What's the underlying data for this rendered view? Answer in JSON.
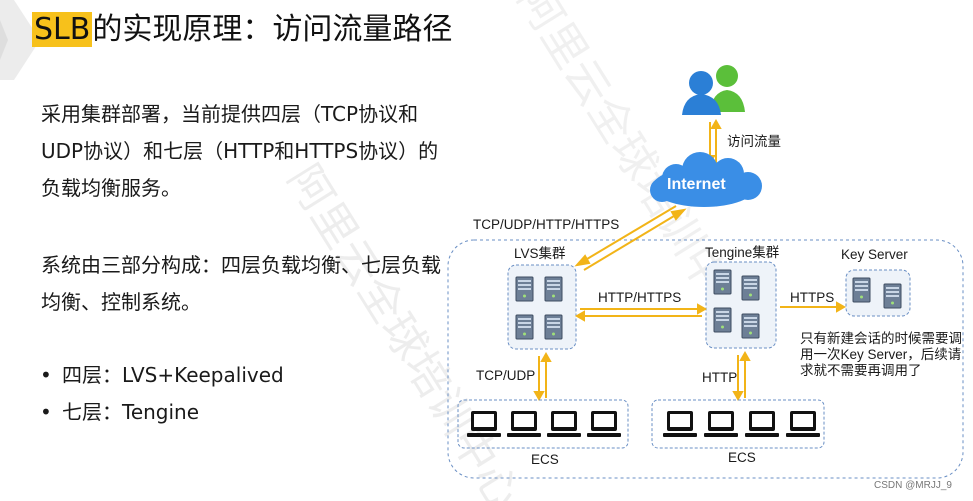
{
  "title": {
    "highlight": "SLB",
    "rest": "的实现原理：访问流量路径"
  },
  "para1": "采用集群部署，当前提供四层（TCP协议和UDP协议）和七层（HTTP和HTTPS协议）的负载均衡服务。",
  "para2": "系统由三部分构成：四层负载均衡、七层负载均衡、控制系统。",
  "bullets": [
    "四层：LVS+Keepalived",
    "七层：Tengine"
  ],
  "watermark": "阿里云全球培训中心",
  "diagram": {
    "traffic_label": "访问流量",
    "internet": "Internet",
    "edge_protocols": "TCP/UDP/HTTP/HTTPS",
    "lvs_cluster": "LVS集群",
    "tengine_cluster": "Tengine集群",
    "key_server": "Key Server",
    "lvs_tengine_protocols": "HTTP/HTTPS",
    "tengine_key_protocol": "HTTPS",
    "lvs_ecs_protocol": "TCP/UDP",
    "tengine_ecs_protocol": "HTTP",
    "ecs_left": "ECS",
    "ecs_right": "ECS",
    "key_note": "只有新建会话的时候需要调用一次Key Server，后续请求就不需要再调用了"
  },
  "credit": "CSDN @MRJJ_9",
  "colors": {
    "accent": "#f7c11b",
    "arrow": "#f2b418",
    "cloud": "#3a8ee6",
    "dashed": "#6a8fc4"
  }
}
